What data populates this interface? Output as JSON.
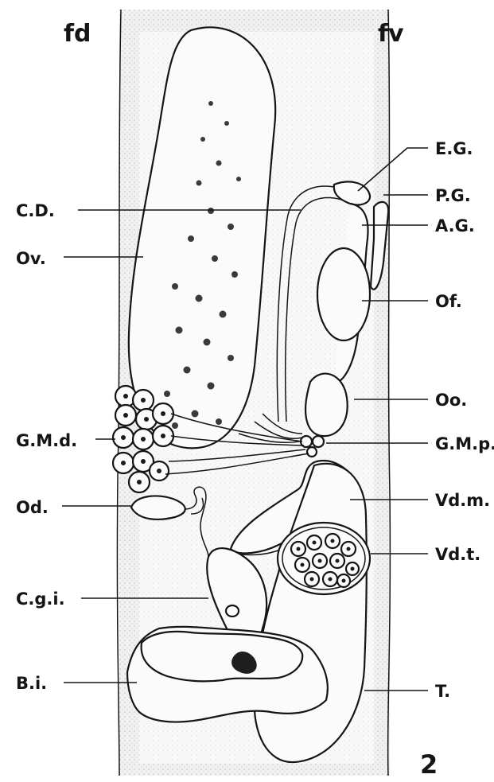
{
  "figure": {
    "number": "2",
    "orientation_labels": {
      "dorsal": "fd",
      "ventral": "fv"
    }
  },
  "labels_left": {
    "collecting_duct": "C.D.",
    "ovary": "Ov.",
    "gland_md": "G.M.d.",
    "oviduct": "Od.",
    "c_gi": "C.g.i.",
    "bi": "B.i."
  },
  "labels_right": {
    "eg": "E.G.",
    "pg": "P.G.",
    "ag": "A.G.",
    "of": "Of.",
    "oo": "Oo.",
    "gland_mp": "G.M.p.",
    "vdm": "Vd.m.",
    "vdt": "Vd.t.",
    "testis": "T."
  },
  "colors": {
    "ink": "#151515",
    "paper": "#ffffff",
    "stipple": "#9a9a9a"
  },
  "icons": []
}
